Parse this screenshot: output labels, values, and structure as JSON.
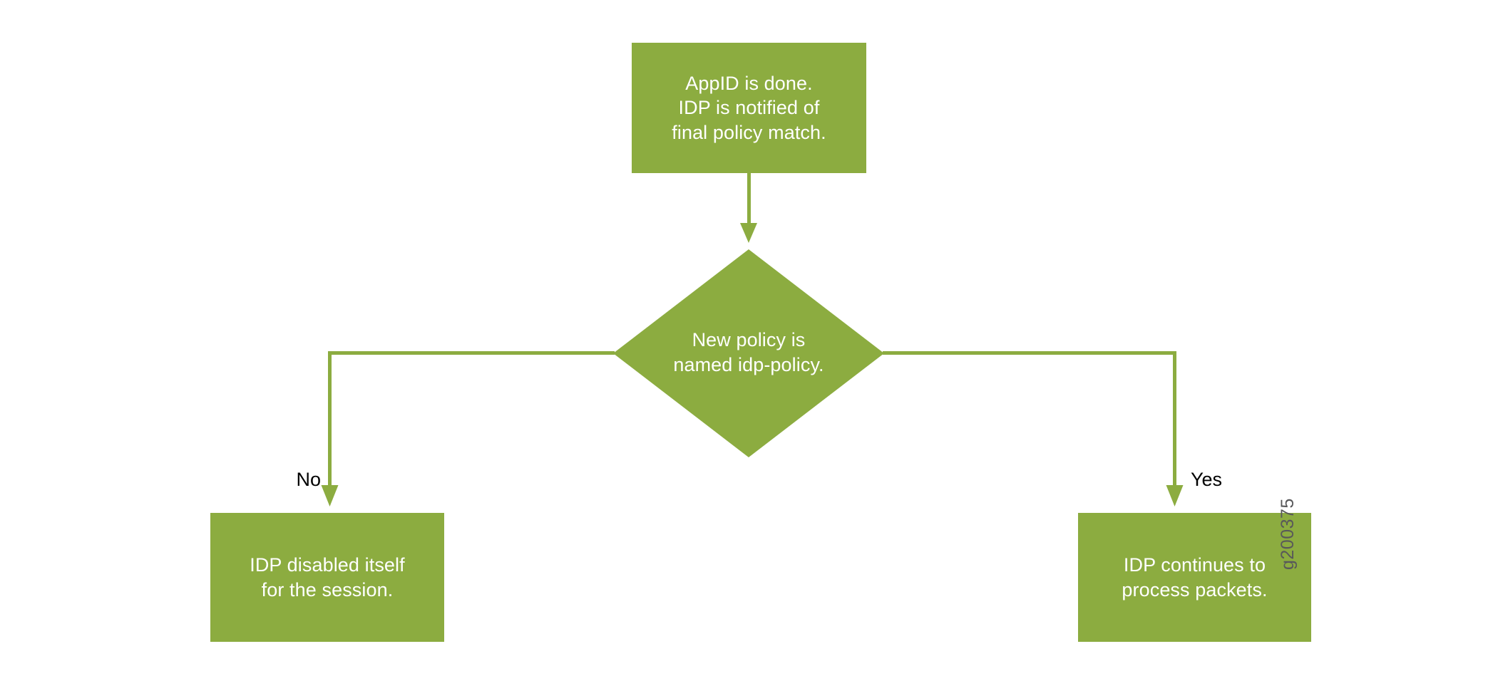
{
  "figure": {
    "id_label": "g200375",
    "accent_color": "#8CAC40",
    "text_color": "#FFFFFF",
    "branch_text_color": "#000000",
    "background_color": "#FFFFFF",
    "figure_id_color": "#58585A"
  },
  "nodes": {
    "start": {
      "shape": "rectangle",
      "text": "AppID is done.\nIDP is notified of\nfinal policy match."
    },
    "decision": {
      "shape": "diamond",
      "text": "New policy is\nnamed idp-policy."
    },
    "no_outcome": {
      "shape": "rectangle",
      "text": "IDP disabled itself\nfor the session."
    },
    "yes_outcome": {
      "shape": "rectangle",
      "text": "IDP continues to\nprocess packets."
    }
  },
  "edges": {
    "start_to_decision": {
      "label": ""
    },
    "decision_to_no": {
      "label": "No"
    },
    "decision_to_yes": {
      "label": "Yes"
    }
  }
}
